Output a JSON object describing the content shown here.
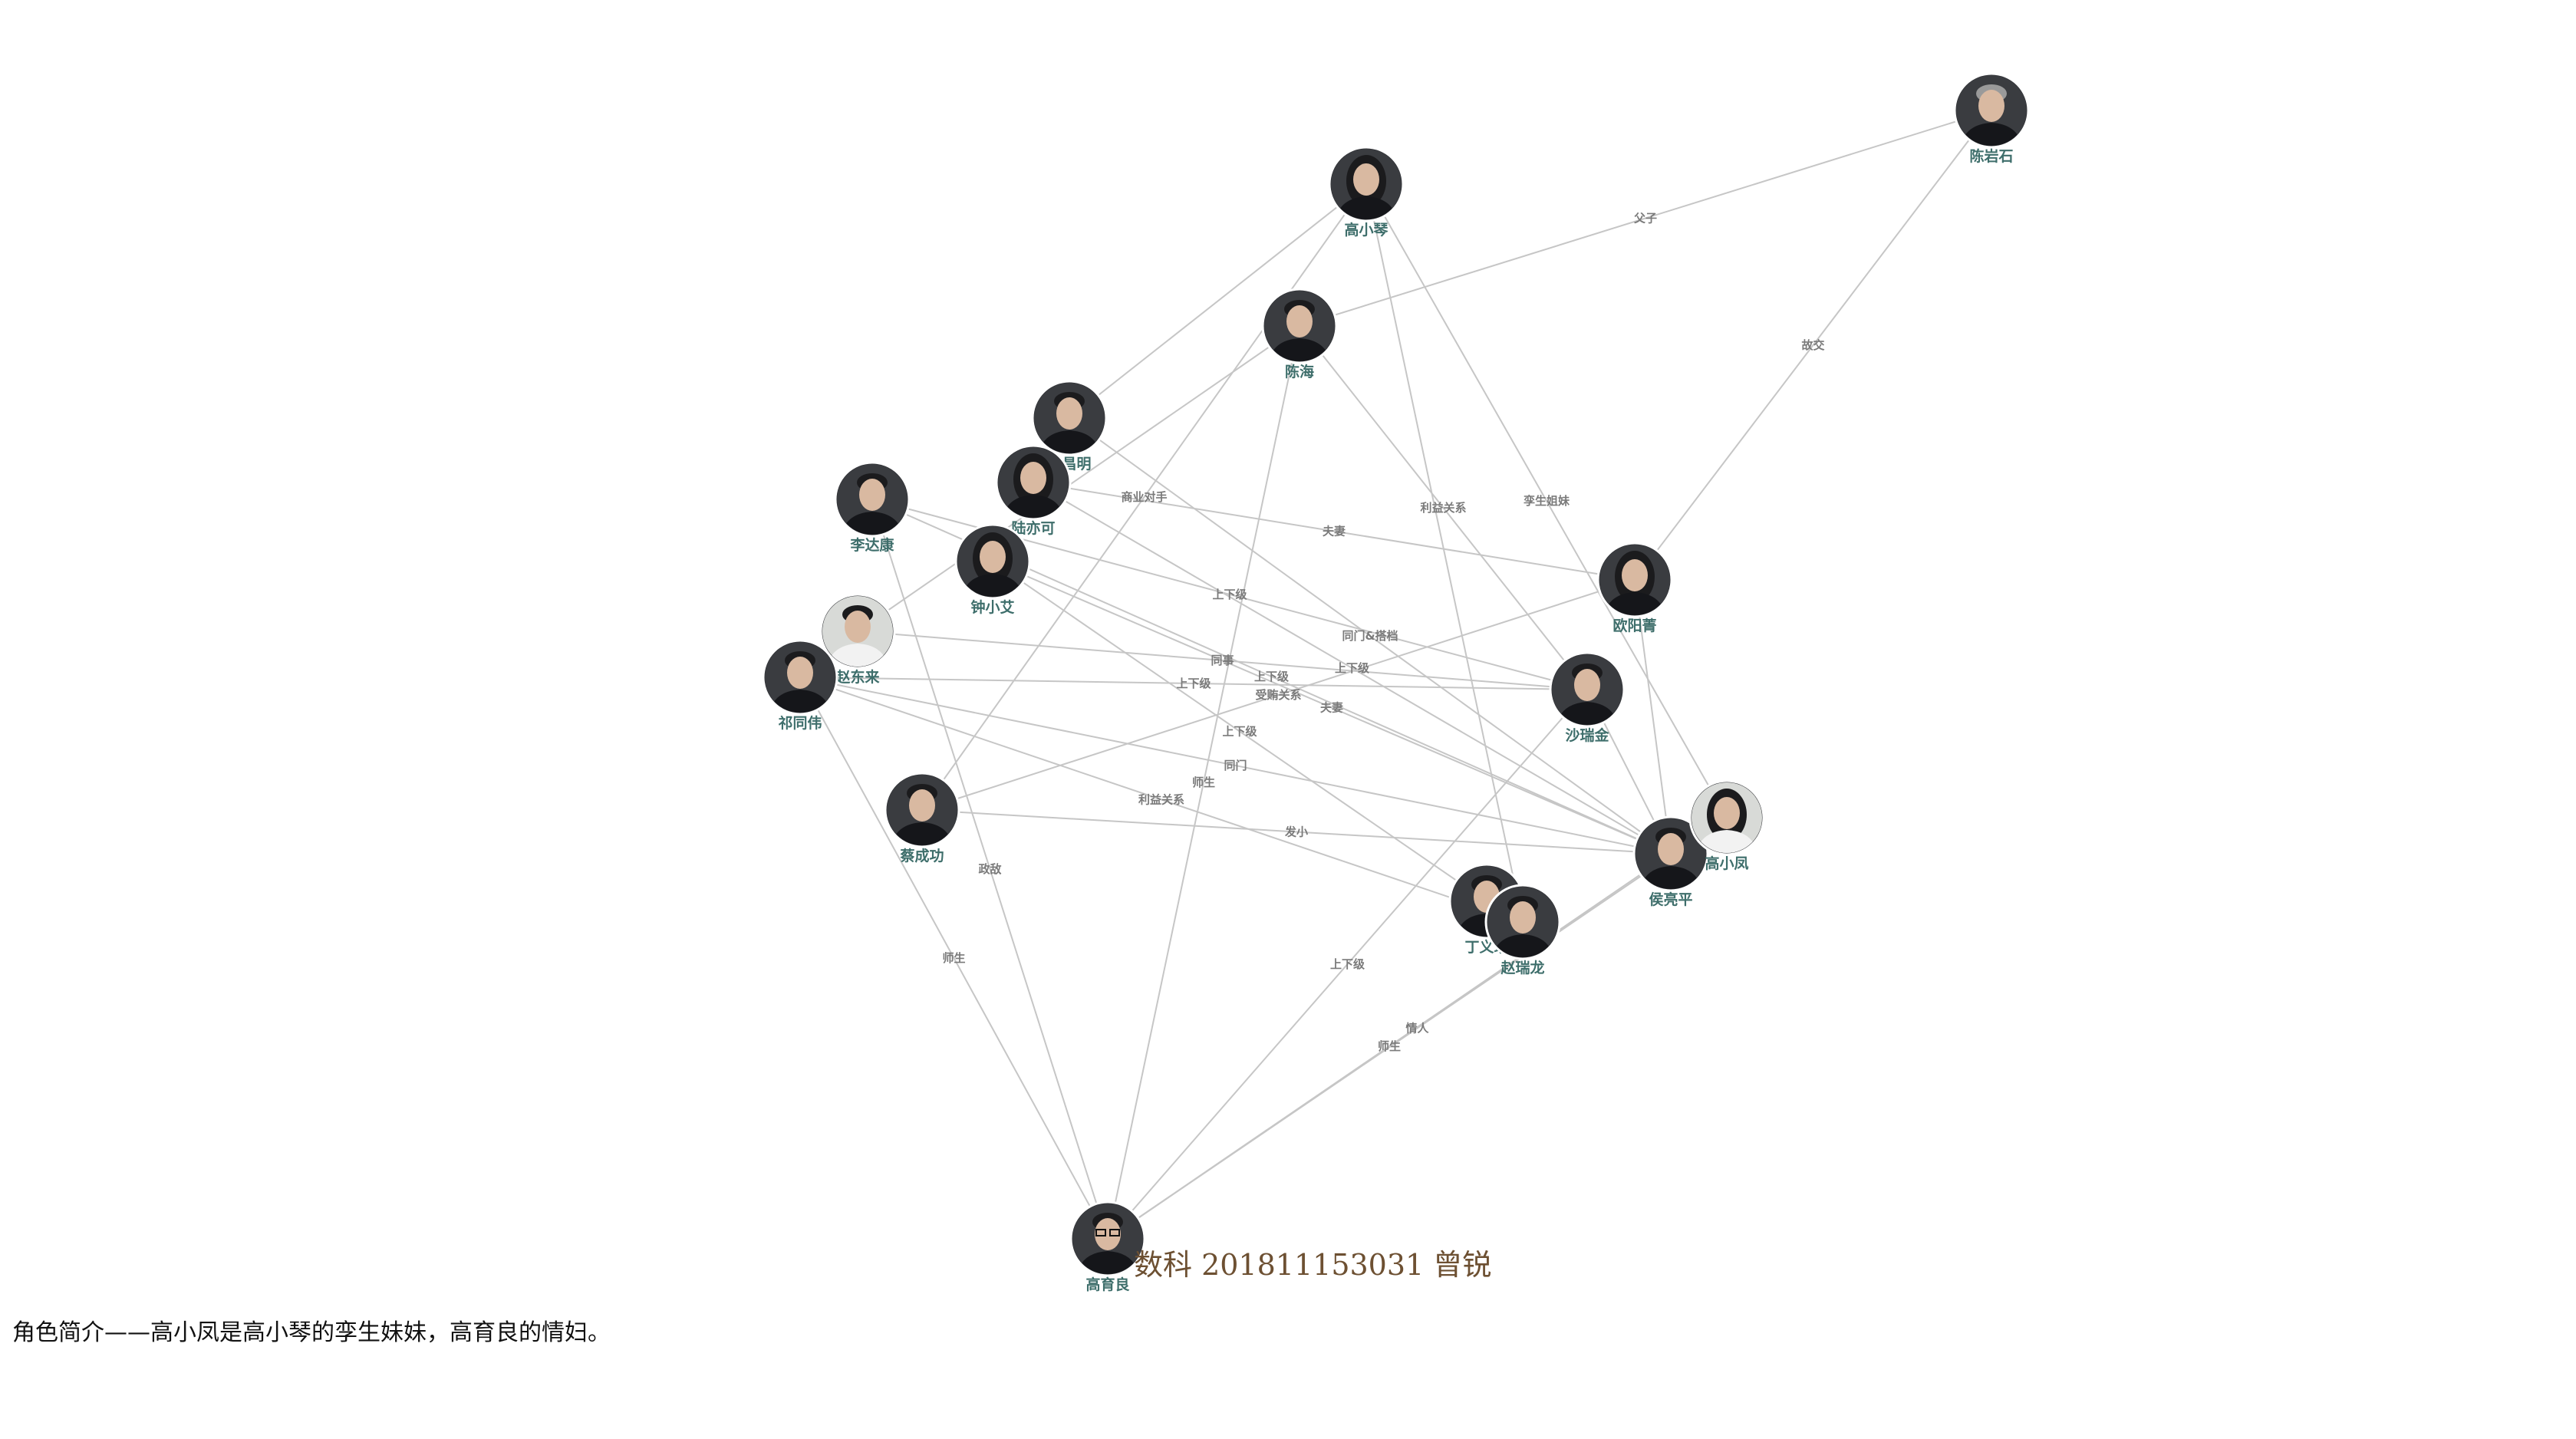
{
  "graph": {
    "nodes": [
      {
        "id": "chen_yanshi",
        "label": "陈岩石",
        "kind": "old-man"
      },
      {
        "id": "gao_xiaoqin",
        "label": "高小琴",
        "kind": "woman"
      },
      {
        "id": "chen_hai",
        "label": "陈海",
        "kind": "man"
      },
      {
        "id": "li_zhaoming",
        "label": "程昌明",
        "kind": "man"
      },
      {
        "id": "lin_huake",
        "label": "陆亦可",
        "kind": "woman"
      },
      {
        "id": "li_dakang",
        "label": "李达康",
        "kind": "man"
      },
      {
        "id": "zhong_xiaoai",
        "label": "钟小艾",
        "kind": "woman"
      },
      {
        "id": "zhao_donglai",
        "label": "赵东来",
        "kind": "man-light"
      },
      {
        "id": "qi_tongwei",
        "label": "祁同伟",
        "kind": "man"
      },
      {
        "id": "ouyang_jing",
        "label": "欧阳菁",
        "kind": "woman"
      },
      {
        "id": "sha_ruijin",
        "label": "沙瑞金",
        "kind": "man"
      },
      {
        "id": "cai_chenggong",
        "label": "蔡成功",
        "kind": "man"
      },
      {
        "id": "hou_liangping",
        "label": "侯亮平",
        "kind": "man"
      },
      {
        "id": "gao_xiaofeng",
        "label": "高小凤",
        "kind": "woman-light"
      },
      {
        "id": "ding_yizhen",
        "label": "丁义珍",
        "kind": "man"
      },
      {
        "id": "zhao_ruilong",
        "label": "赵瑞龙",
        "kind": "man"
      },
      {
        "id": "gao_yuliang",
        "label": "高育良",
        "kind": "man-glasses"
      }
    ],
    "edges": [
      {
        "from": "chen_yanshi",
        "to": "chen_hai",
        "label": "父子"
      },
      {
        "from": "chen_yanshi",
        "to": "ouyang_jing",
        "label": "故交"
      },
      {
        "from": "gao_xiaoqin",
        "to": "gao_xiaofeng",
        "label": "孪生姐妹"
      },
      {
        "from": "gao_xiaoqin",
        "to": "li_zhaoming",
        "label": ""
      },
      {
        "from": "gao_xiaoqin",
        "to": "zhao_ruilong",
        "label": ""
      },
      {
        "from": "gao_xiaoqin",
        "to": "cai_chenggong",
        "label": "商业对手"
      },
      {
        "from": "chen_hai",
        "to": "zhao_donglai",
        "label": ""
      },
      {
        "from": "chen_hai",
        "to": "sha_ruijin",
        "label": "利益关系"
      },
      {
        "from": "chen_hai",
        "to": "gao_yuliang",
        "label": "师生"
      },
      {
        "from": "li_zhaoming",
        "to": "hou_liangping",
        "label": "同门&搭档"
      },
      {
        "from": "lin_huake",
        "to": "ouyang_jing",
        "label": "夫妻"
      },
      {
        "from": "lin_huake",
        "to": "hou_liangping",
        "label": "上下级"
      },
      {
        "from": "li_dakang",
        "to": "sha_ruijin",
        "label": "上下级"
      },
      {
        "from": "li_dakang",
        "to": "hou_liangping",
        "label": "上下级"
      },
      {
        "from": "li_dakang",
        "to": "gao_yuliang",
        "label": "政敌"
      },
      {
        "from": "zhong_xiaoai",
        "to": "hou_liangping",
        "label": "夫妻"
      },
      {
        "from": "zhong_xiaoai",
        "to": "ding_yizhen",
        "label": "上下级"
      },
      {
        "from": "zhao_donglai",
        "to": "sha_ruijin",
        "label": "同事"
      },
      {
        "from": "qi_tongwei",
        "to": "sha_ruijin",
        "label": "上下级"
      },
      {
        "from": "qi_tongwei",
        "to": "hou_liangping",
        "label": "同门"
      },
      {
        "from": "qi_tongwei",
        "to": "zhao_ruilong",
        "label": "利益关系"
      },
      {
        "from": "qi_tongwei",
        "to": "gao_yuliang",
        "label": "师生"
      },
      {
        "from": "cai_chenggong",
        "to": "ouyang_jing",
        "label": "受贿关系"
      },
      {
        "from": "cai_chenggong",
        "to": "hou_liangping",
        "label": "发小"
      },
      {
        "from": "ouyang_jing",
        "to": "hou_liangping",
        "label": ""
      },
      {
        "from": "sha_ruijin",
        "to": "hou_liangping",
        "label": ""
      },
      {
        "from": "sha_ruijin",
        "to": "gao_yuliang",
        "label": "上下级"
      },
      {
        "from": "gao_yuliang",
        "to": "gao_xiaofeng",
        "label": "情人"
      },
      {
        "from": "gao_yuliang",
        "to": "hou_liangping",
        "label": "师生"
      }
    ]
  },
  "author_text": "数科 201811153031 曾锐",
  "intro_text": "角色简介——高小凤是高小琴的孪生妹妹，高育良的情妇。"
}
